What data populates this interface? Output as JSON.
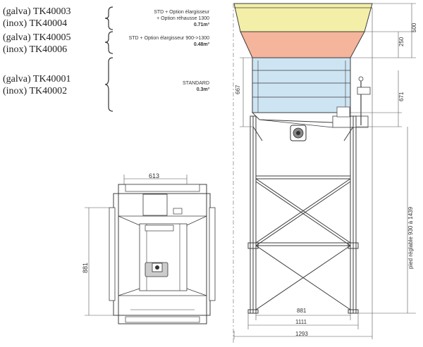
{
  "references": [
    {
      "galva": "(galva) TK40003",
      "inox": "(inox) TK40004"
    },
    {
      "galva": "(galva) TK40005",
      "inox": "(inox) TK40006"
    },
    {
      "galva": "(galva) TK40001",
      "inox": "(inox) TK40002"
    }
  ],
  "options": [
    {
      "line1": "STD + Option élargisseur",
      "line2": "+ Option réhausse 1300",
      "volume": "0.71m³"
    },
    {
      "line1": "STD + Option élargisseur 900->1300",
      "line2": "",
      "volume": "0.48m³"
    },
    {
      "line1": "STANDARD",
      "line2": "",
      "volume": "0.3m³"
    }
  ],
  "dimensions": {
    "top_width": "613",
    "top_depth": "881",
    "inner_width": "881",
    "mid_width": "1111",
    "total_width": "1293",
    "height_extension": "500",
    "height_widener": "250",
    "height_left": "667",
    "height_right": "671",
    "leg_label": "pied réglable 930 à 1439"
  },
  "colors": {
    "extension": "#f4efa8",
    "widener": "#f5b49c",
    "standard": "#cde4f3",
    "line": "#3c3c3c"
  }
}
